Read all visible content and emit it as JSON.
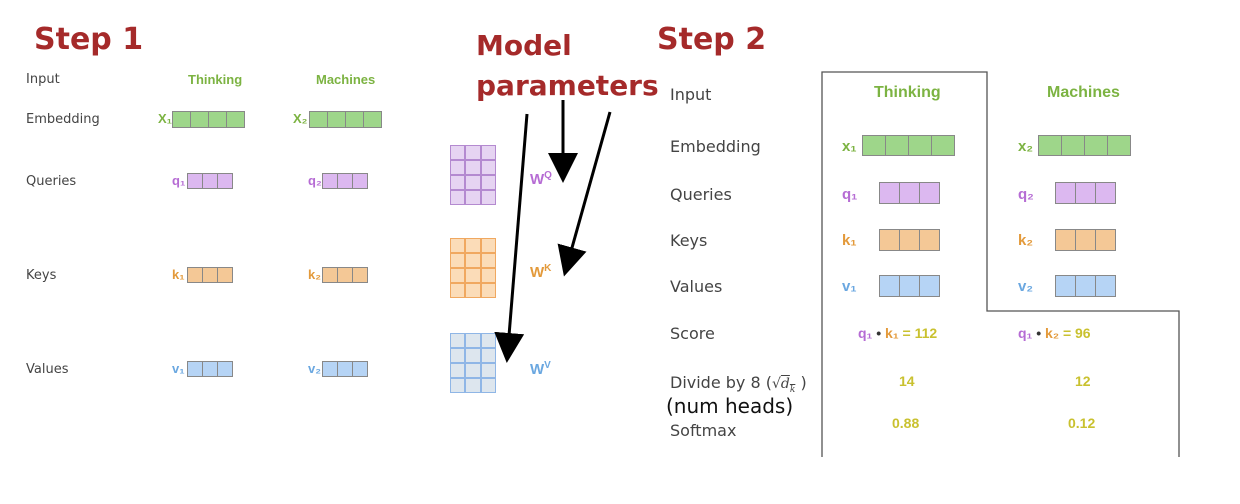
{
  "step1": {
    "title": "Step 1",
    "labels": {
      "input": "Input",
      "embedding": "Embedding",
      "queries": "Queries",
      "keys": "Keys",
      "values": "Values"
    },
    "words": [
      "Thinking",
      "Machines"
    ],
    "symbols": {
      "x1": "X₁",
      "x2": "X₂",
      "q1": "q₁",
      "q2": "q₂",
      "k1": "k₁",
      "k2": "k₂",
      "v1": "v₁",
      "v2": "v₂"
    }
  },
  "model": {
    "line1": "Model",
    "line2": "parameters",
    "wq": "W",
    "wq_sup": "Q",
    "wk": "W",
    "wk_sup": "K",
    "wv": "W",
    "wv_sup": "V"
  },
  "step2": {
    "title": "Step 2",
    "labels": {
      "input": "Input",
      "embedding": "Embedding",
      "queries": "Queries",
      "keys": "Keys",
      "values": "Values",
      "score": "Score",
      "divide": "Divide by 8 (",
      "divide_close": ")",
      "softmax": "Softmax"
    },
    "num_heads_note": "(num heads)",
    "words": [
      "Thinking",
      "Machines"
    ],
    "symbols": {
      "x1": "x₁",
      "x2": "x₂",
      "q1": "q₁",
      "q2": "q₂",
      "k1": "k₁",
      "k2": "k₂",
      "v1": "v₁",
      "v2": "v₂"
    },
    "score": {
      "col1": {
        "q": "q₁",
        "dot": "•",
        "k": "k₁",
        "eq": "= 112"
      },
      "col2": {
        "q": "q₁",
        "dot": "•",
        "k": "k₂",
        "eq": "= 96"
      }
    },
    "divided": [
      "14",
      "12"
    ],
    "softmax": [
      "0.88",
      "0.12"
    ]
  },
  "colors": {
    "title_red": "#a52a2a",
    "green": "#7cb342",
    "purple": "#b66cd4",
    "orange": "#e39a3b",
    "blue": "#6aa7e0",
    "yellow": "#c9c12f"
  }
}
